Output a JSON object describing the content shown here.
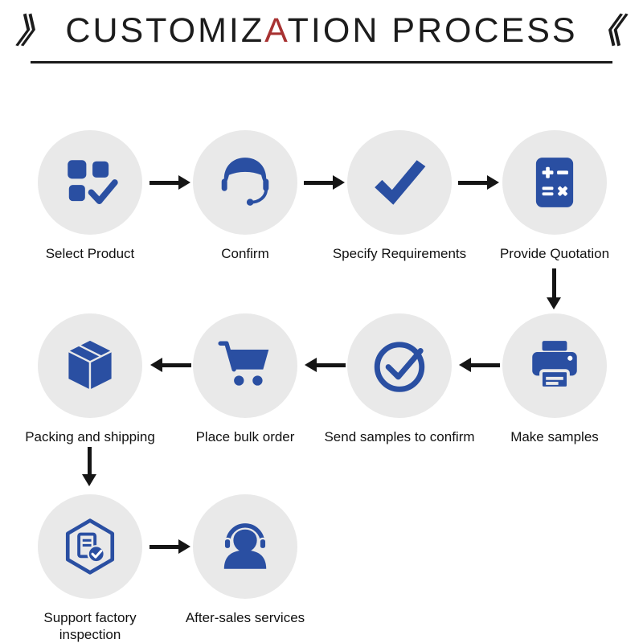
{
  "title": {
    "left_mark": "》",
    "right_mark": "《",
    "part1": "CUSTOMIZ",
    "part2": "A",
    "part3": "TION PROCESS"
  },
  "colors": {
    "accent": "#2a4fa2",
    "circle_bg": "#e9e9e9",
    "arrow": "#151515",
    "title_accent": "#a83232"
  },
  "steps": [
    {
      "label": "Select Product",
      "icon": "product-select-icon"
    },
    {
      "label": "Confirm",
      "icon": "customer-service-icon"
    },
    {
      "label": "Specify Requirements",
      "icon": "checkmark-icon"
    },
    {
      "label": "Provide Quotation",
      "icon": "calculator-icon"
    },
    {
      "label": "Make samples",
      "icon": "printer-icon"
    },
    {
      "label": "Send samples to confirm",
      "icon": "circle-check-icon"
    },
    {
      "label": "Place bulk order",
      "icon": "cart-icon"
    },
    {
      "label": "Packing and shipping",
      "icon": "package-box-icon"
    },
    {
      "label": "Support factory inspection",
      "icon": "inspection-shield-icon"
    },
    {
      "label": "After-sales services",
      "icon": "headset-support-icon"
    }
  ]
}
